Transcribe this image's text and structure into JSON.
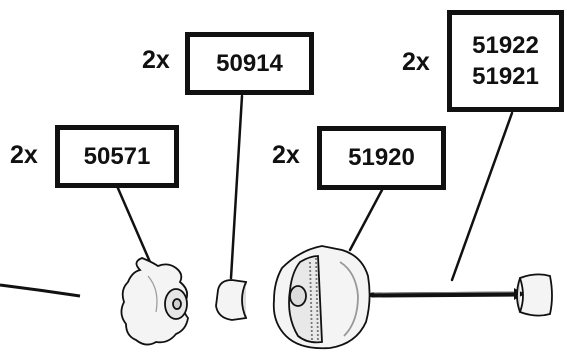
{
  "callouts": [
    {
      "qty": "2x",
      "parts": [
        "50914"
      ]
    },
    {
      "qty": "2x",
      "parts": [
        "51922",
        "51921"
      ]
    },
    {
      "qty": "2x",
      "parts": [
        "50571"
      ]
    },
    {
      "qty": "2x",
      "parts": [
        "51920"
      ]
    }
  ],
  "colors": {
    "ink": "#111111",
    "part_fill": "#f4f4f4",
    "part_shade": "#cfcfcf"
  }
}
